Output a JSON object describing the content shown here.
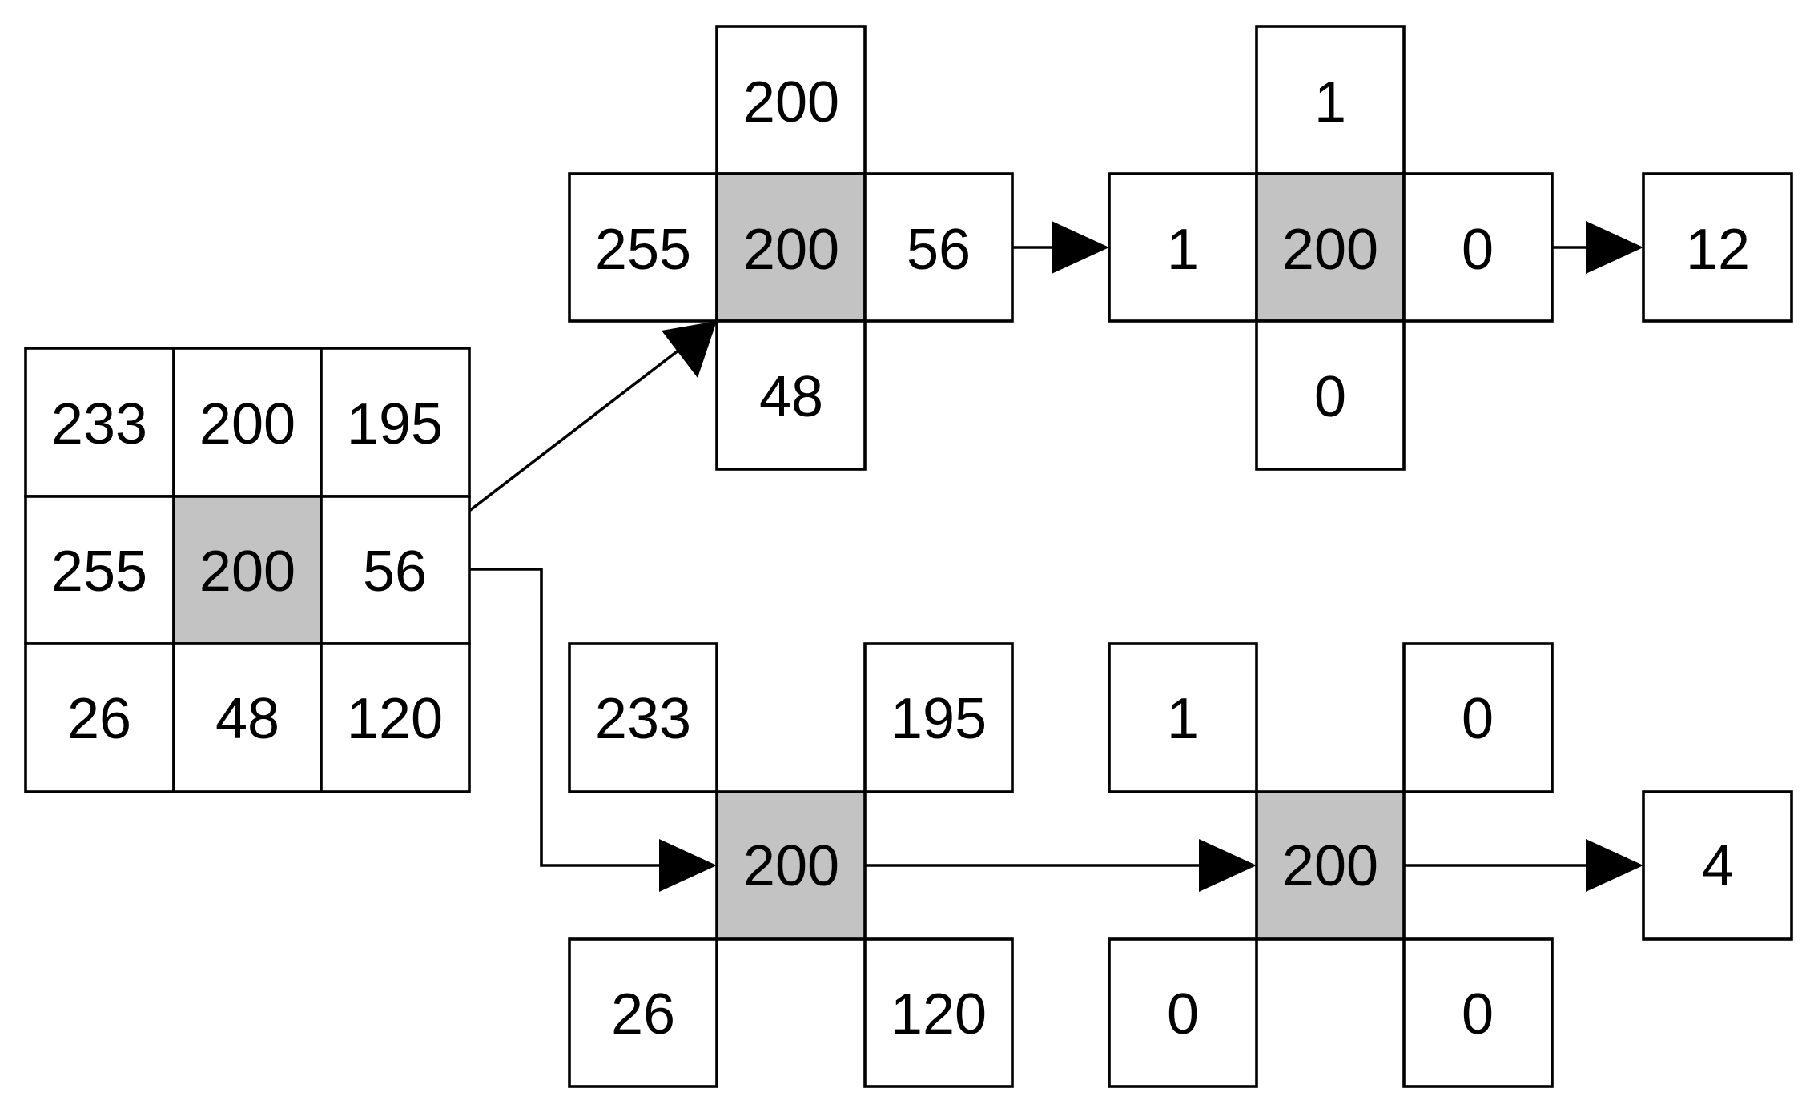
{
  "colors": {
    "center_fill": "#c3c3c3",
    "cell_fill": "#ffffff",
    "stroke": "#000000"
  },
  "input_grid": {
    "rows": [
      [
        "233",
        "200",
        "195"
      ],
      [
        "255",
        "200",
        "56"
      ],
      [
        "26",
        "48",
        "120"
      ]
    ]
  },
  "cross_branch": {
    "neighbors": {
      "top": "200",
      "left": "255",
      "center": "200",
      "right": "56",
      "bottom": "48"
    },
    "codes": {
      "top": "1",
      "left": "1",
      "center": "200",
      "right": "0",
      "bottom": "0"
    },
    "result": "12"
  },
  "diagonal_branch": {
    "neighbors": {
      "top_left": "233",
      "top_right": "195",
      "center": "200",
      "bottom_left": "26",
      "bottom_right": "120"
    },
    "codes": {
      "top_left": "1",
      "top_right": "0",
      "center": "200",
      "bottom_left": "0",
      "bottom_right": "0"
    },
    "result": "4"
  }
}
